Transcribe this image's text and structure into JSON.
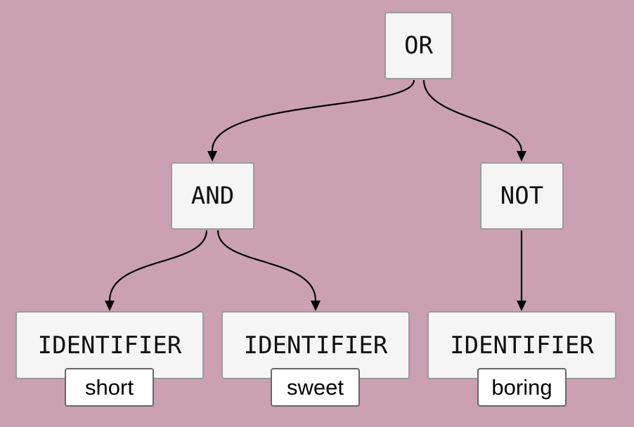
{
  "diagram": {
    "nodes": {
      "or": "OR",
      "and": "AND",
      "not": "NOT",
      "id1": "IDENTIFIER",
      "id2": "IDENTIFIER",
      "id3": "IDENTIFIER"
    },
    "tags": {
      "id1": "short",
      "id2": "sweet",
      "id3": "boring"
    },
    "edges": [
      {
        "from": "OR",
        "to": "AND"
      },
      {
        "from": "OR",
        "to": "NOT"
      },
      {
        "from": "AND",
        "to": "IDENTIFIER (short)"
      },
      {
        "from": "AND",
        "to": "IDENTIFIER (sweet)"
      },
      {
        "from": "NOT",
        "to": "IDENTIFIER (boring)"
      }
    ],
    "colors": {
      "background": "#cba0b3",
      "node_fill": "#f5f5f5",
      "node_border": "#9a9a9a",
      "tag_fill": "#ffffff",
      "edge": "#000000"
    }
  }
}
